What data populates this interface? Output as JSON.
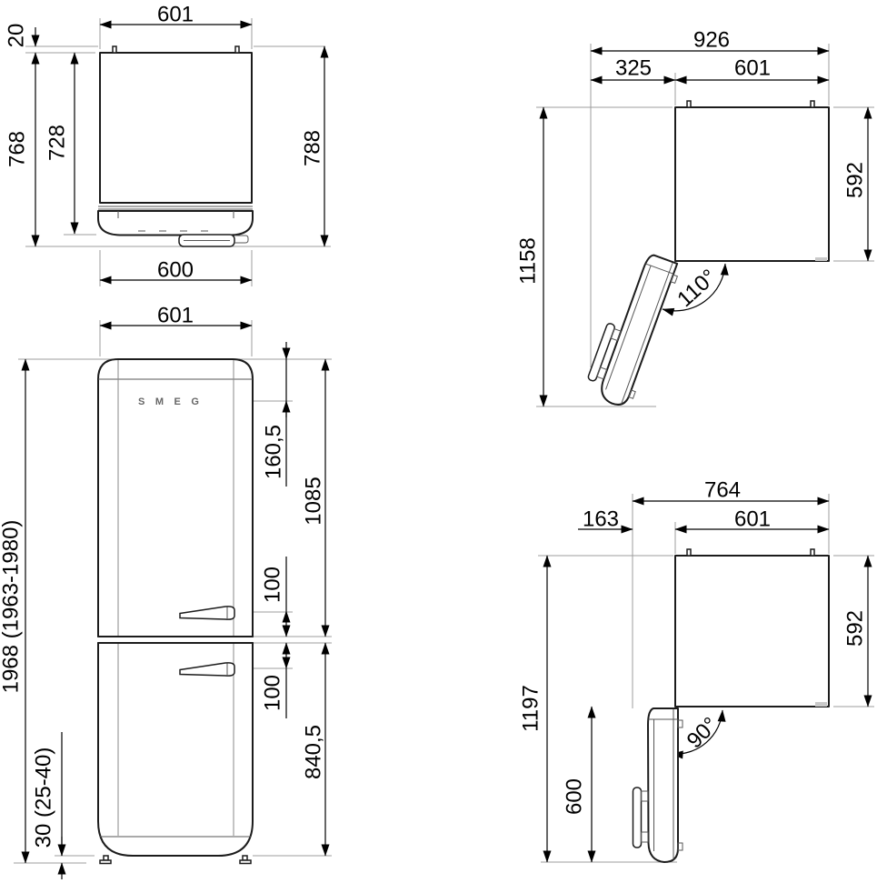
{
  "views": {
    "top_closed": {
      "labels": {
        "width_top": "601",
        "hinge_protrusion": "20",
        "depth_body": "768",
        "depth_without_handle": "728",
        "depth_total": "788",
        "width_bottom": "600"
      }
    },
    "front": {
      "logo": "SMEG",
      "labels": {
        "width": "601",
        "height_total": "1968 (1963-1980)",
        "feet_height": "30 (25-40)",
        "logo_offset": "160,5",
        "upper_height": "1085",
        "gap_upper": "100",
        "gap_lower": "100",
        "lower_height": "840,5"
      }
    },
    "top_open_110": {
      "labels": {
        "width_total": "926",
        "swing_clearance": "325",
        "width": "601",
        "depth": "592",
        "depth_total": "1158",
        "angle": "110°"
      }
    },
    "top_open_90": {
      "labels": {
        "width_total": "764",
        "swing_clearance": "163",
        "width": "601",
        "depth": "592",
        "depth_total": "1197",
        "door_width": "600",
        "angle": "90°"
      }
    }
  },
  "colors": {
    "outline": "#1c1c1c",
    "dimension": "#000000",
    "extension": "#9c9c9c",
    "background": "#ffffff"
  }
}
